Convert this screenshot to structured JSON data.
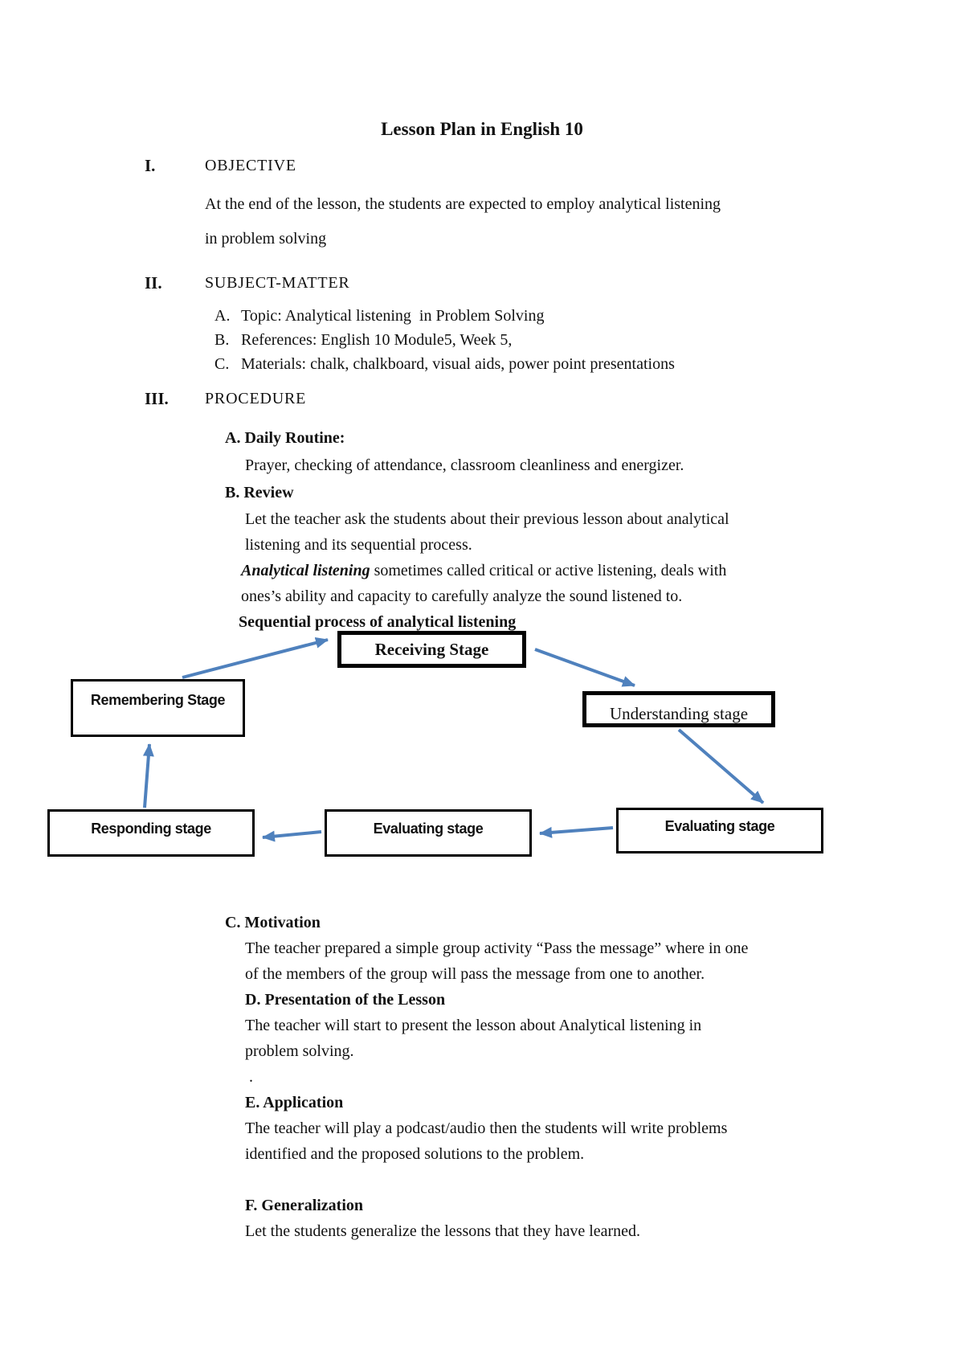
{
  "page": {
    "title": "Lesson Plan in English 10"
  },
  "objective": {
    "numeral": "I.",
    "heading": "OBJECTIVE",
    "lines": [
      "At the end of the lesson, the students are expected to employ analytical listening",
      "in problem solving"
    ]
  },
  "subject_matter": {
    "numeral": "II.",
    "heading": "SUBJECT-MATTER",
    "items": [
      {
        "marker": "A.",
        "text": "Topic: Analytical listening  in Problem Solving"
      },
      {
        "marker": "B.",
        "text": "References: English 10 Module5, Week 5,"
      },
      {
        "marker": "C.",
        "text": "Materials: chalk, chalkboard, visual aids, power point presentations"
      }
    ]
  },
  "procedure": {
    "numeral": "III.",
    "heading": "PROCEDURE",
    "daily_routine": {
      "label": "A. Daily Routine:",
      "body": "Prayer, checking of attendance, classroom cleanliness and energizer."
    },
    "review": {
      "label": "B. Review",
      "lines": [
        "Let the teacher ask the students about their previous lesson about analytical",
        "listening and its sequential process."
      ],
      "definition_emphasis": "Analytical listening",
      "definition_rest": " sometimes called critical or active listening, deals with",
      "definition_line2": "ones’s ability and capacity to carefully analyze the sound listened to."
    },
    "diagram_title": "Sequential process of analytical listening"
  },
  "diagram": {
    "arrow_color": "#4f81bd",
    "boxes": {
      "receiving": "Receiving Stage",
      "remembering": "Remembering Stage",
      "understanding": "Understanding stage",
      "responding": "Responding stage",
      "evaluating_middle": "Evaluating stage",
      "evaluating_right": "Evaluating stage"
    }
  },
  "motivation": {
    "label": "C. Motivation",
    "lines": [
      "The teacher prepared a simple group activity “Pass the message” where in one",
      "of the members of the group will pass the message from one to another."
    ]
  },
  "presentation": {
    "label": "D. Presentation of the Lesson",
    "lines": [
      "The teacher will start to present the lesson about Analytical listening in",
      "problem solving."
    ],
    "stray_dot": "."
  },
  "application": {
    "label": "E. Application",
    "lines": [
      "The teacher will play a podcast/audio then the students will write problems",
      "identified and the proposed solutions to the problem."
    ]
  },
  "generalization": {
    "label": "F. Generalization",
    "line": "Let the students generalize the lessons that they have learned."
  }
}
